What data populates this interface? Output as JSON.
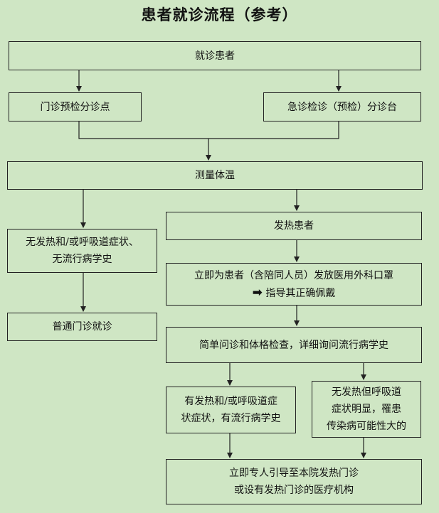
{
  "title": "患者就诊流程（参考）",
  "nodes": {
    "patient": "就诊患者",
    "outpatient_precheck": "门诊预检分诊点",
    "emergency_precheck": "急诊检诊（预检）分诊台",
    "measure_temp": "测量体温",
    "no_fever_line1": "无发热和/或呼吸道症状、",
    "no_fever_line2": "无流行病学史",
    "regular_outpatient": "普通门诊就诊",
    "fever_patient": "发热患者",
    "mask_line1": "立即为患者（含陪同人员）发放医用外科口罩",
    "mask_arrow": "➡",
    "mask_line2": "指导其正确佩戴",
    "inquiry": "简单问诊和体格检查，详细询问流行病学史",
    "with_history_line1": "有发热和/或呼吸道症",
    "with_history_line2": "状症状，有流行病学史",
    "no_fever_resp_line1": "无发热但呼吸道",
    "no_fever_resp_line2": "症状明显，罹患",
    "no_fever_resp_line3": "传染病可能性大的",
    "refer_line1": "立即专人引导至本院发热门诊",
    "refer_line2": "或设有发热门诊的医疗机构"
  },
  "colors": {
    "background": "#cfe6c4",
    "border": "#222222",
    "connector": "#222222"
  }
}
